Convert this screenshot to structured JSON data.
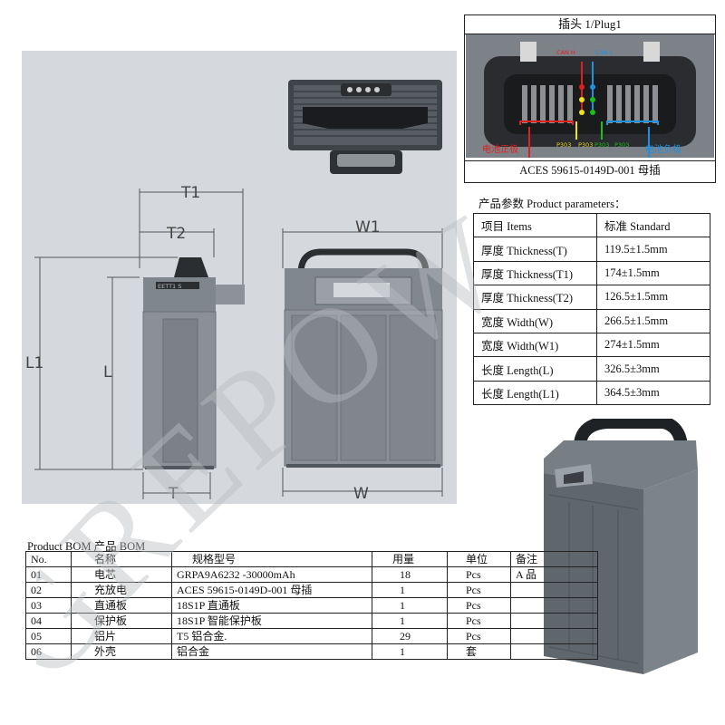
{
  "drawing": {
    "dims": {
      "t1": "T1",
      "t2": "T2",
      "w1": "W1",
      "l1": "L1",
      "l": "L",
      "t": "T",
      "w": "W"
    },
    "device_label": "EETT1 S"
  },
  "plug": {
    "title": "插头 1/Plug1",
    "labels": {
      "can_h": "CAN H",
      "can_l": "CAN L",
      "positive": "电池正极",
      "negative": "电池负极",
      "pin_a": "P303",
      "pin_b": "P303",
      "pin_c": "P303",
      "pin_d": "P303"
    },
    "colors": {
      "red": "#e0201e",
      "blue": "#1f8fe0",
      "yellow": "#f0e020",
      "green": "#18c018"
    },
    "caption": "ACES 59615-0149D-001 母插"
  },
  "params": {
    "heading": "产品参数 Product parameters：",
    "header": {
      "item": "项目 Items",
      "standard": "标准 Standard"
    },
    "rows": [
      {
        "item": "厚度 Thickness(T)",
        "value": "119.5±1.5mm"
      },
      {
        "item": "厚度 Thickness(T1)",
        "value": "174±1.5mm"
      },
      {
        "item": "厚度 Thickness(T2)",
        "value": "126.5±1.5mm"
      },
      {
        "item": "宽度 Width(W)",
        "value": "266.5±1.5mm"
      },
      {
        "item": "宽度 Width(W1)",
        "value": "274±1.5mm"
      },
      {
        "item": "长度 Length(L)",
        "value": "326.5±3mm"
      },
      {
        "item": "长度 Length(L1)",
        "value": "364.5±3mm"
      }
    ]
  },
  "bom": {
    "heading": "Product BOM 产品 BOM",
    "header": {
      "no": "No.",
      "name": "名称",
      "spec": "规格型号",
      "qty": "用量",
      "unit": "单位",
      "note": "备注"
    },
    "rows": [
      {
        "no": "01",
        "name": "电芯",
        "spec": "GRPA9A6232 -30000mAh",
        "qty": "18",
        "unit": "Pcs",
        "note": "A 品"
      },
      {
        "no": "02",
        "name": "充放电",
        "spec": "ACES 59615-0149D-001 母插",
        "qty": "1",
        "unit": "Pcs",
        "note": ""
      },
      {
        "no": "03",
        "name": "直通板",
        "spec": "18S1P 直通板",
        "qty": "1",
        "unit": "Pcs",
        "note": ""
      },
      {
        "no": "04",
        "name": "保护板",
        "spec": "18S1P 智能保护板",
        "qty": "1",
        "unit": "Pcs",
        "note": ""
      },
      {
        "no": "05",
        "name": "铝片",
        "spec": "T5 铝合金.",
        "qty": "29",
        "unit": "Pcs",
        "note": ""
      },
      {
        "no": "06",
        "name": "外壳",
        "spec": "铝合金",
        "qty": "1",
        "unit": "套",
        "note": ""
      }
    ]
  },
  "watermark": "GREPOW"
}
